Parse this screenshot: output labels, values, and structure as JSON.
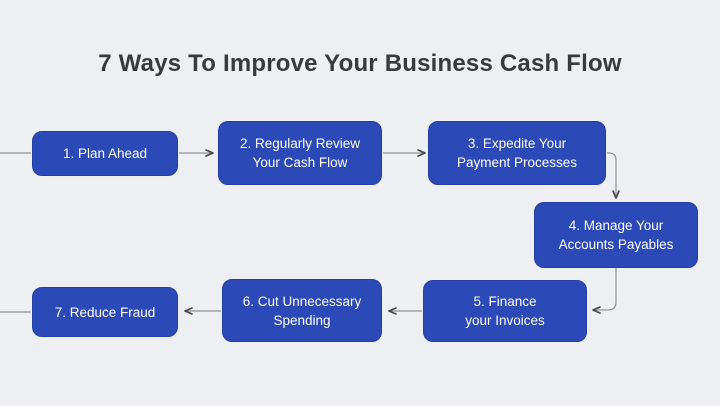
{
  "title": "7 Ways To Improve Your Business Cash Flow",
  "colors": {
    "background": "#edeff3",
    "box_fill": "#2c49b8",
    "box_border": "#2440a5",
    "box_text": "#ffffff",
    "line": "#8f9296",
    "arrowhead": "#46484b",
    "title_text": "#3a3a3c"
  },
  "steps": [
    {
      "lines": [
        "1. Plan Ahead"
      ]
    },
    {
      "lines": [
        "2. Regularly Review",
        "Your Cash Flow"
      ]
    },
    {
      "lines": [
        "3. Expedite Your",
        "Payment Processes"
      ]
    },
    {
      "lines": [
        "4. Manage Your",
        "Accounts Payables"
      ]
    },
    {
      "lines": [
        "5. Finance",
        "your Invoices"
      ]
    },
    {
      "lines": [
        "6. Cut Unnecessary",
        "Spending"
      ]
    },
    {
      "lines": [
        "7. Reduce Fraud"
      ]
    }
  ],
  "connections": [
    {
      "from": "offscreen-left",
      "to": "step-1",
      "arrowhead": false
    },
    {
      "from": "step-1",
      "to": "step-2",
      "arrowhead": true
    },
    {
      "from": "step-2",
      "to": "step-3",
      "arrowhead": true
    },
    {
      "from": "step-3",
      "to": "step-4",
      "arrowhead": true
    },
    {
      "from": "step-4",
      "to": "step-5",
      "arrowhead": true
    },
    {
      "from": "step-5",
      "to": "step-6",
      "arrowhead": true
    },
    {
      "from": "step-6",
      "to": "step-7",
      "arrowhead": true
    },
    {
      "from": "step-7",
      "to": "offscreen-left",
      "arrowhead": false
    }
  ]
}
